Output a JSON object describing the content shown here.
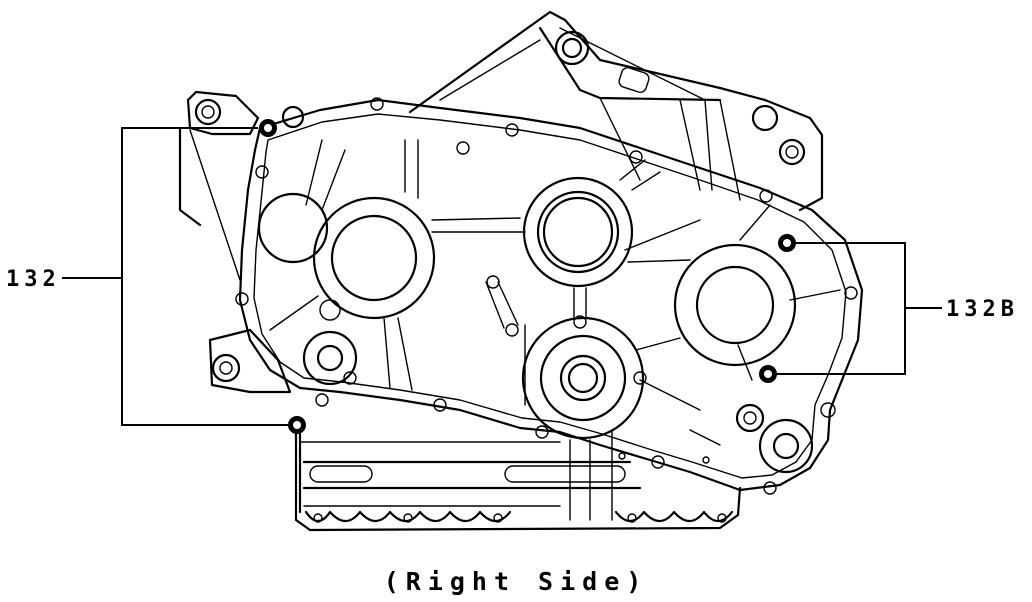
{
  "labels": {
    "left_callout": "132",
    "right_callout": "132B",
    "caption": "(Right Side)"
  },
  "colors": {
    "line": "#000000",
    "background": "#ffffff"
  }
}
